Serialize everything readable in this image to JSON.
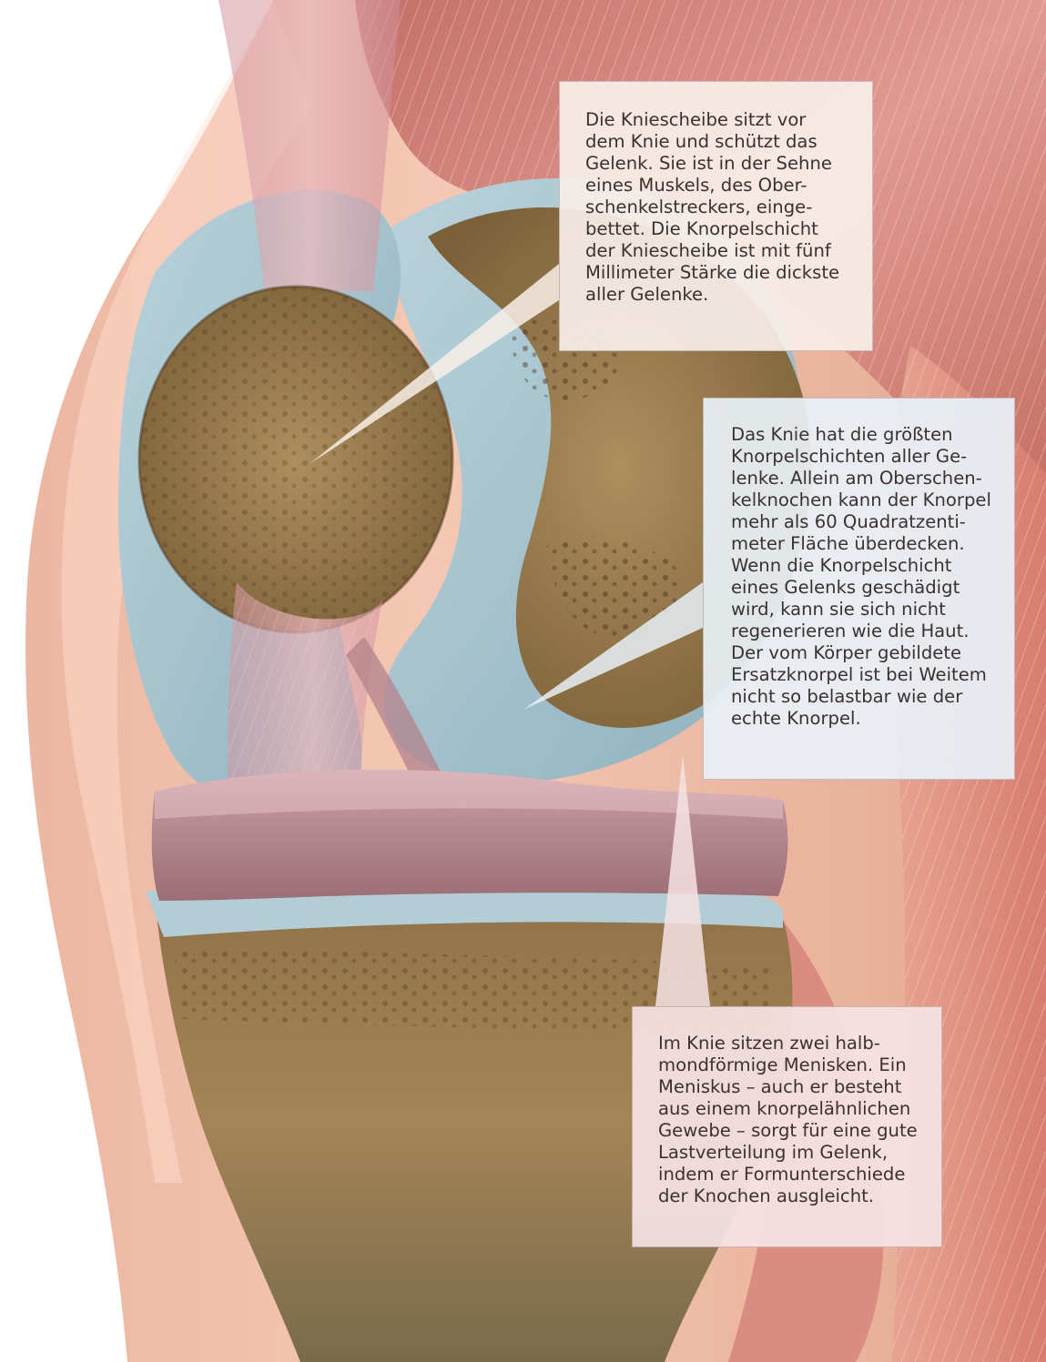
{
  "colors": {
    "background": "#ffffff",
    "skin": "#f0b8a0",
    "muscle": "#d98a82",
    "bone": "#a08050",
    "cartilage": "#a9c7d2",
    "meniscus": "#b88a92",
    "text": "#3a3230",
    "callout_cream": "#f8eee8",
    "callout_blue": "#e8f0f6",
    "callout_pink": "#f6e2e4"
  },
  "callouts": {
    "kniescheibe": {
      "lines": [
        "Die Kniescheibe sitzt vor",
        "dem Knie und schützt das",
        "Gelenk. Sie ist in der Sehne",
        "eines Muskels, des Ober-",
        "schenkelstreckers, einge-",
        "bettet. Die Knorpelschicht",
        "der Kniescheibe ist mit fünf",
        "Millimeter Stärke die dickste",
        "aller Gelenke."
      ]
    },
    "knorpel": {
      "lines": [
        "Das Knie hat die größten",
        "Knorpelschichten aller Ge-",
        "lenke. Allein am Oberschen-",
        "kelknochen kann der Knorpel",
        "mehr als 60 Quadratzenti-",
        "meter Fläche überdecken.",
        "Wenn die Knorpelschicht",
        "eines Gelenks geschädigt",
        "wird, kann sie sich nicht",
        "regenerieren wie die Haut.",
        "Der vom Körper gebildete",
        "Ersatzknorpel ist bei Weitem",
        "nicht so belastbar wie der",
        "echte Knorpel."
      ]
    },
    "menisken": {
      "lines": [
        "Im Knie sitzen zwei halb-",
        "mondförmige Menisken. Ein",
        "Meniskus – auch er besteht",
        "aus einem knorpelähnlichen",
        "Gewebe – sorgt für eine gute",
        "Lastverteilung im Gelenk,",
        "indem er Formunterschiede",
        "der Knochen ausgleicht."
      ]
    }
  }
}
